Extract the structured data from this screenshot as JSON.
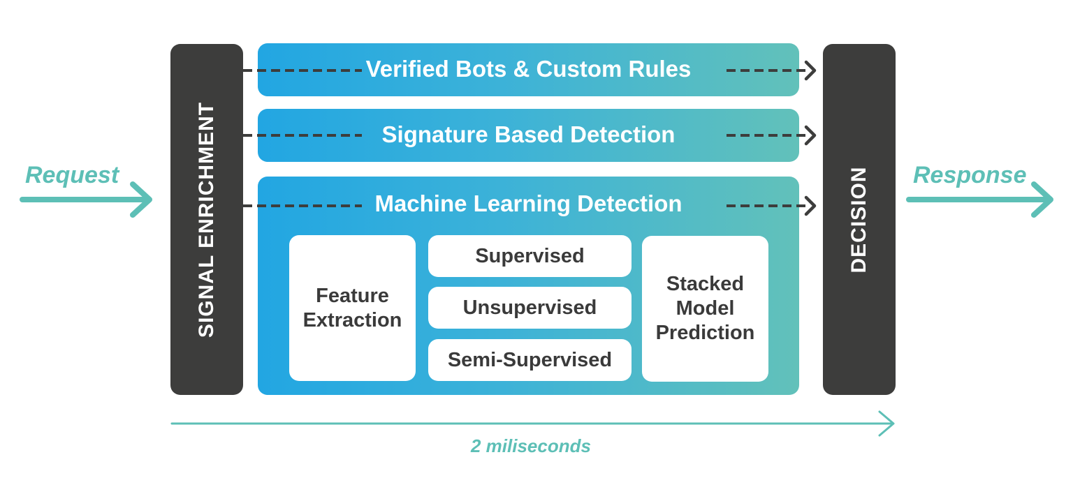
{
  "diagram": {
    "input_label": "Request",
    "output_label": "Response",
    "left_stage": "SIGNAL ENRICHMENT",
    "right_stage": "DECISION",
    "lanes": [
      "Verified Bots & Custom Rules",
      "Signature Based Detection",
      "Machine Learning Detection"
    ],
    "ml_pipeline": {
      "feature_box": "Feature Extraction",
      "models": [
        "Supervised",
        "Unsupervised",
        "Semi-Supervised"
      ],
      "stacked_box": "Stacked Model Prediction"
    },
    "timeline_label": "2 miliseconds",
    "colors": {
      "dark": "#3d3d3c",
      "gradient_start": "#22a6e2",
      "gradient_end": "#62c1ba",
      "teal_accent": "#5dbfb6",
      "card_text": "#3a3a3a"
    }
  }
}
